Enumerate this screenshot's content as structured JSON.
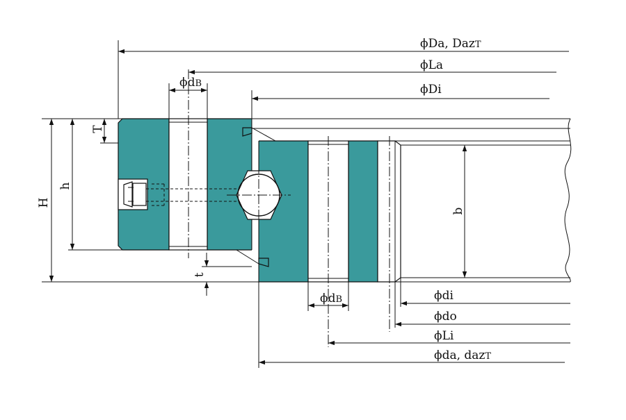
{
  "diagram": {
    "colors": {
      "ring": "#3a9a9c",
      "line": "#111111"
    },
    "dims": {
      "Da": {
        "phi": "ϕ",
        "text": "Da, Daz",
        "sub": "T"
      },
      "La": {
        "phi": "ϕ",
        "text": "La"
      },
      "Di": {
        "phi": "ϕ",
        "text": "Di"
      },
      "dB_top": {
        "phi": "ϕ",
        "text": "d",
        "sub": "B"
      },
      "di": {
        "phi": "ϕ",
        "text": "di"
      },
      "do": {
        "phi": "ϕ",
        "text": "do"
      },
      "Li": {
        "phi": "ϕ",
        "text": "Li"
      },
      "da": {
        "phi": "ϕ",
        "text": "da, daz",
        "sub": "T"
      },
      "dB_bot": {
        "phi": "ϕ",
        "text": "d",
        "sub": "B"
      },
      "H": "H",
      "h": "h",
      "T": "T",
      "t": "t",
      "b": "b"
    }
  }
}
